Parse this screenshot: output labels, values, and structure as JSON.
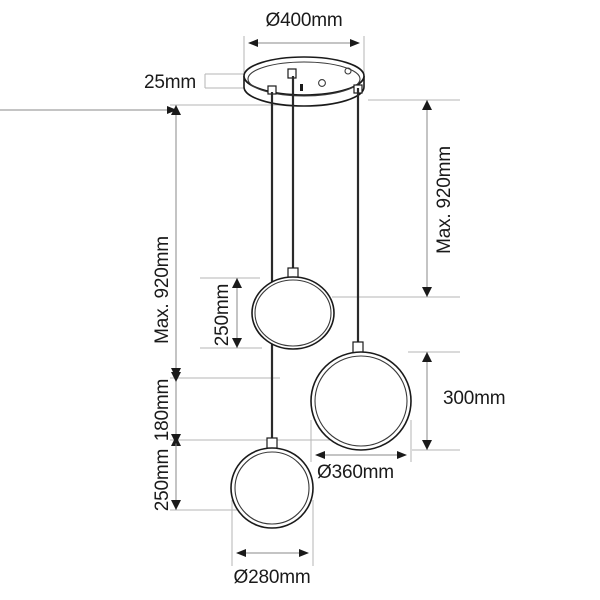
{
  "drawing": {
    "title": "Pendant lamp technical dimension drawing",
    "units": "mm",
    "line_color": "#1a1a1a",
    "dim_color": "#8a8a8a",
    "background": "#ffffff"
  },
  "dimensions": {
    "canopy_diameter": "Ø400mm",
    "canopy_thickness": "25mm",
    "drop_max_left": "Max. 920mm",
    "drop_max_right": "Max. 920mm",
    "globe_top_diameter": "250mm",
    "globe_mid_diameter": "300mm",
    "globe_mid_diameter_horizontal": "Ø360mm",
    "globe_bottom_diameter": "Ø280mm",
    "offset_180": "180mm",
    "offset_250": "250mm"
  },
  "parts": {
    "canopy": "ceiling-canopy-plate",
    "cable_left": "suspension-cable-left",
    "cable_center": "suspension-cable-center",
    "cable_right": "suspension-cable-right",
    "globe_top": "glass-globe-top",
    "globe_mid": "glass-globe-middle",
    "globe_bottom": "glass-globe-bottom"
  }
}
